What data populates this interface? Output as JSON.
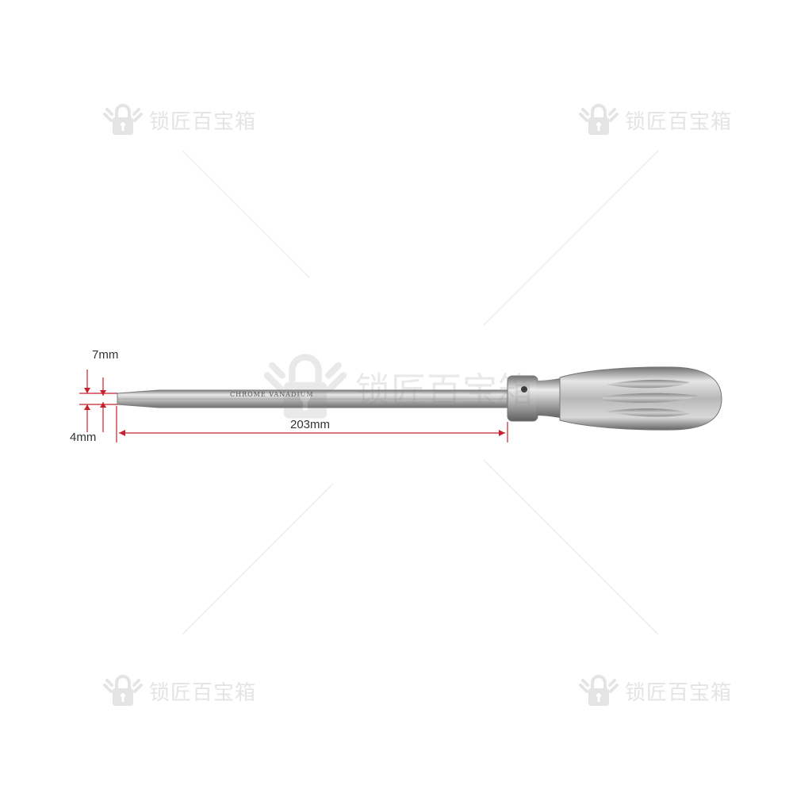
{
  "watermark": {
    "text": "锁匠百宝箱",
    "icon": "lock-wrench-logo-icon"
  },
  "product": {
    "shaft_marking": "CHROME VANADIUM"
  },
  "dimensions": {
    "tip_width": "7mm",
    "tip_thickness": "4mm",
    "shaft_length": "203mm"
  },
  "colors": {
    "dimension_line": "#c8202c",
    "metal_light": "#e4e4e4",
    "metal_dark": "#8c8c8c",
    "watermark": "#9a9a9a"
  }
}
